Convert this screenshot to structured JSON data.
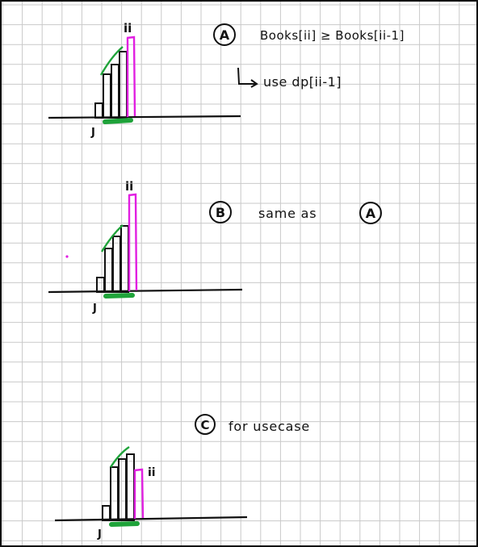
{
  "colors": {
    "ink": "#111111",
    "grid": "#c9c9c9",
    "pink": "#e11fe1",
    "green": "#1fa33a",
    "frame": "#111111"
  },
  "labels": {
    "i": "ii",
    "j": "J"
  },
  "notes": {
    "a": {
      "marker": "A",
      "line1": "Books[ii] ≥ Books[ii-1]",
      "line2": "use dp[ii-1]"
    },
    "b": {
      "marker": "B",
      "text": "same as",
      "ref": "A"
    },
    "c": {
      "marker": "C",
      "text": "for usecase"
    }
  }
}
